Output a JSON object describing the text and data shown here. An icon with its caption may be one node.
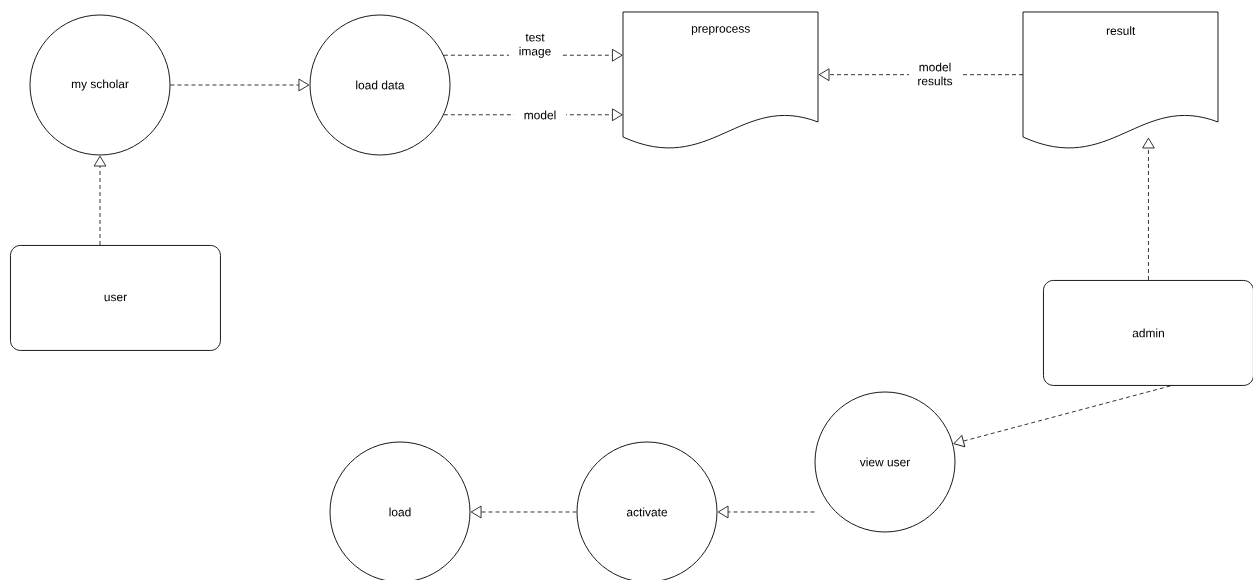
{
  "diagram": {
    "nodes": [
      {
        "text": [
          "my scholar"
        ]
      },
      {
        "text": [
          "load data"
        ]
      },
      {
        "text": [
          "preprocess"
        ]
      },
      {
        "text": [
          "result"
        ]
      },
      {
        "text": [
          "user"
        ]
      },
      {
        "text": [
          "admin"
        ]
      },
      {
        "text": [
          "view user"
        ]
      },
      {
        "text": [
          "activate"
        ]
      },
      {
        "text": [
          "load"
        ]
      }
    ],
    "edges": [
      {
        "from": 4,
        "to": 0,
        "arrow": "to",
        "style": "dashed"
      },
      {
        "from": 0,
        "to": 1,
        "arrow": "to",
        "style": "dashed"
      },
      {
        "from": 1,
        "to": 2,
        "arrow": "to",
        "style": "dashed",
        "label": "test image"
      },
      {
        "from": 1,
        "to": 2,
        "arrow": "to",
        "style": "dashed",
        "label": "model"
      },
      {
        "from": 3,
        "to": 2,
        "arrow": "to",
        "style": "dashed",
        "label": "model results"
      },
      {
        "from": 5,
        "to": 3,
        "arrow": "to",
        "style": "dashed"
      },
      {
        "from": 5,
        "to": 6,
        "arrow": "to",
        "style": "dashed"
      },
      {
        "from": 6,
        "to": 7,
        "arrow": "to",
        "style": "dashed"
      },
      {
        "from": 7,
        "to": 8,
        "arrow": "to",
        "style": "dashed"
      }
    ]
  }
}
